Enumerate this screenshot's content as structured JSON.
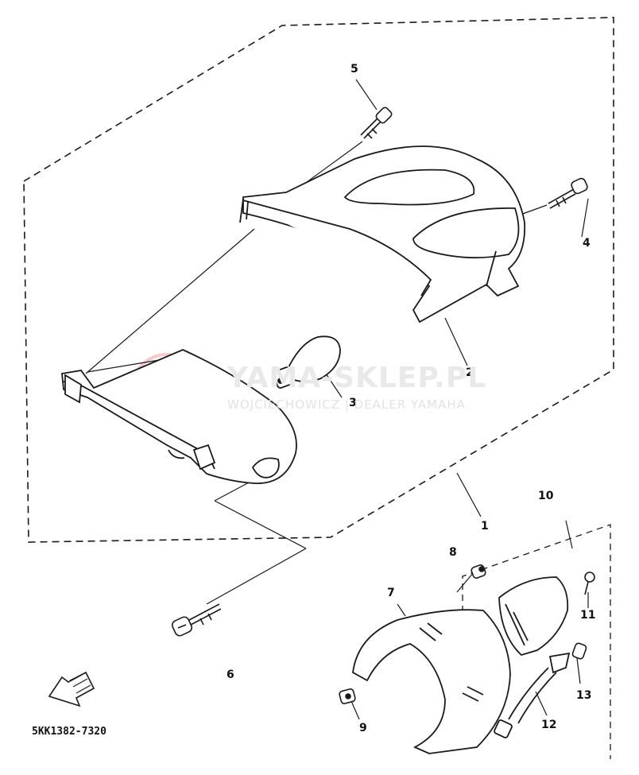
{
  "diagram": {
    "part_callouts": [
      "1",
      "2",
      "3",
      "4",
      "5",
      "6",
      "7",
      "8",
      "9",
      "10",
      "11",
      "12",
      "13"
    ],
    "drawing_code": "5KK1382-7320",
    "line_color": "#1a1a1a"
  },
  "watermark": {
    "title": "YAMA-SKLEP.PL",
    "subtitle": "WOJCIECHOWICZ | DEALER YAMAHA",
    "color": "#e06060"
  }
}
